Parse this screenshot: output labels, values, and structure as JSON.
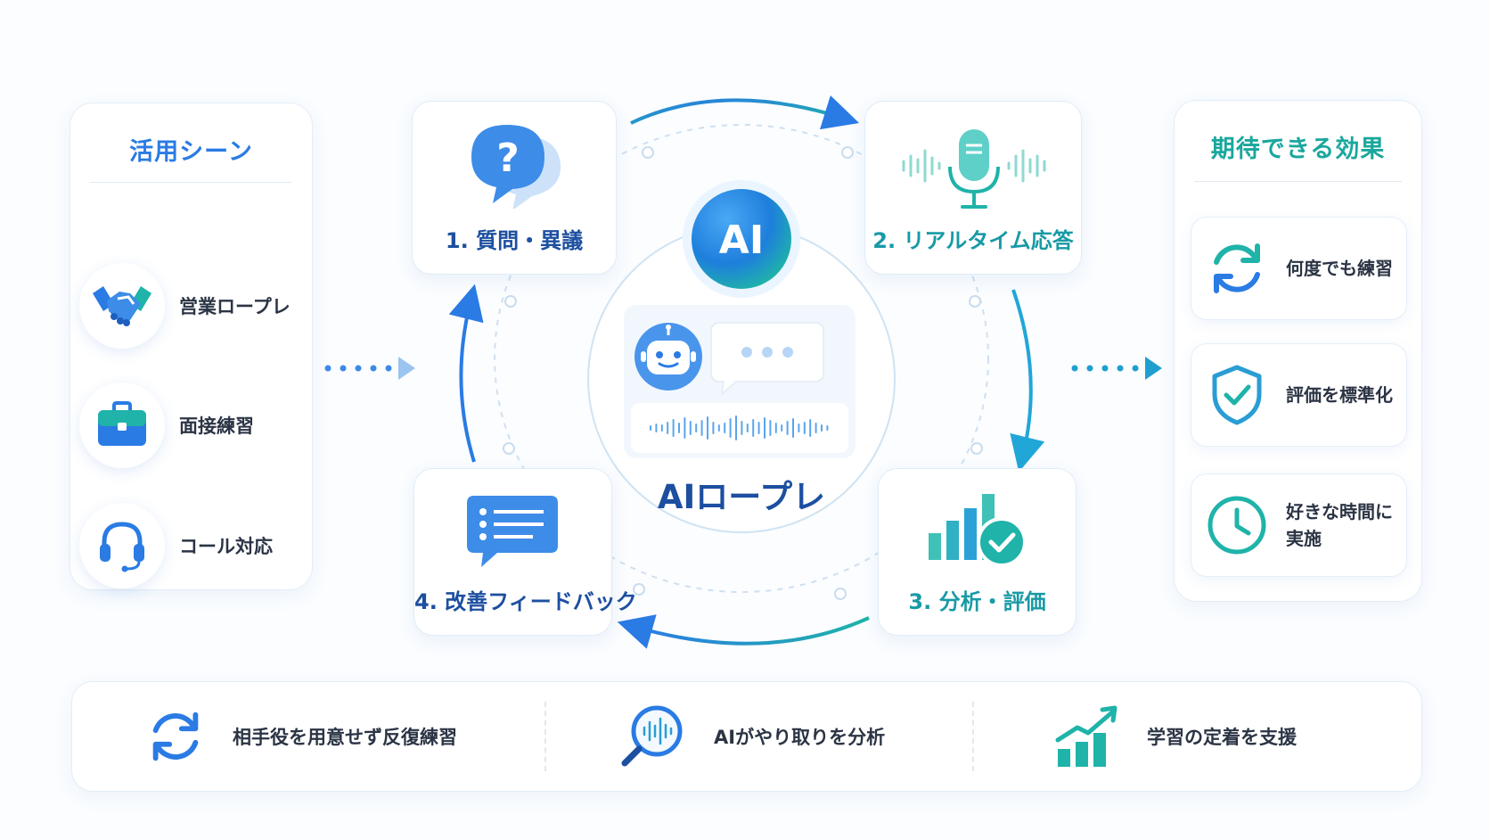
{
  "usage_scenes": {
    "title": "活用シーン",
    "items": [
      {
        "label": "営業ロープレ",
        "icon": "handshake-icon"
      },
      {
        "label": "面接練習",
        "icon": "briefcase-icon"
      },
      {
        "label": "コール対応",
        "icon": "headset-icon"
      }
    ]
  },
  "cycle": {
    "center_label": "AIロープレ",
    "badge": "AI",
    "steps": [
      {
        "label": "1. 質問・異議",
        "icon": "question-bubble-icon"
      },
      {
        "label": "2. リアルタイム応答",
        "icon": "microphone-icon"
      },
      {
        "label": "3. 分析・評価",
        "icon": "bar-chart-check-icon"
      },
      {
        "label": "4. 改善フィードバック",
        "icon": "feedback-list-icon"
      }
    ]
  },
  "effects": {
    "title": "期待できる効果",
    "items": [
      {
        "label": "何度でも練習",
        "icon": "refresh-icon"
      },
      {
        "label": "評価を標準化",
        "icon": "shield-check-icon"
      },
      {
        "label_line1": "好きな時間に",
        "label_line2": "実施",
        "icon": "clock-icon"
      }
    ]
  },
  "benefits": [
    {
      "label": "相手役を用意せず反復練習",
      "icon": "refresh-icon"
    },
    {
      "label": "AIがやり取りを分析",
      "icon": "magnifier-wave-icon"
    },
    {
      "label": "学習の定着を支援",
      "icon": "growth-chart-icon"
    }
  ],
  "colors": {
    "blue": "#2a7be4",
    "teal": "#1fb3a9",
    "dark_blue": "#1d4fa0",
    "text": "#2b3444"
  }
}
